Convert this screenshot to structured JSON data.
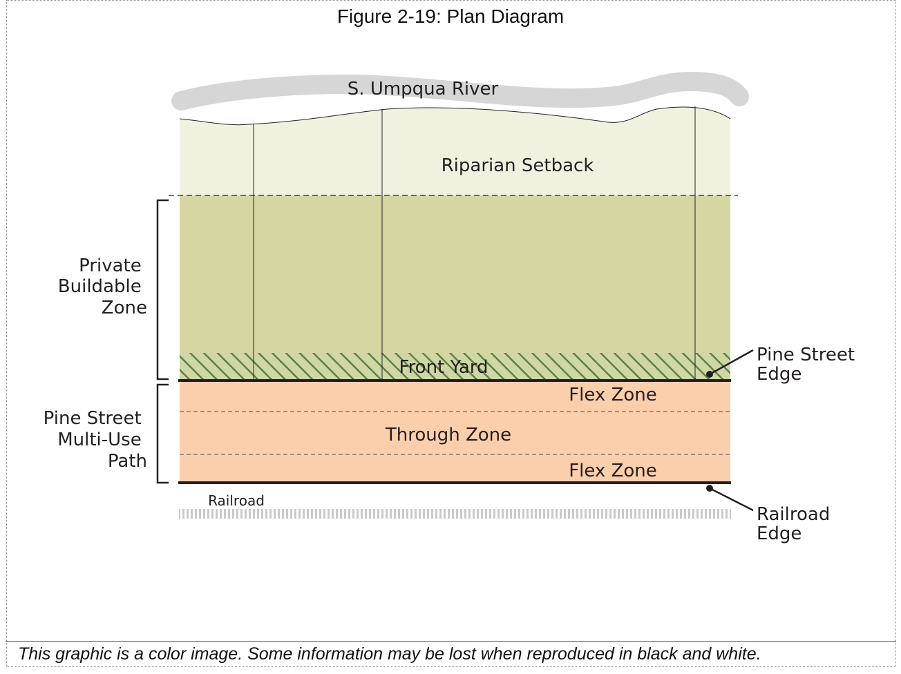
{
  "figure": {
    "title": "Figure 2-19: Plan Diagram"
  },
  "labels": {
    "river": "S. Umpqua River",
    "riparian_setback": "Riparian Setback",
    "front_yard": "Front Yard",
    "flex_zone_top": "Flex Zone",
    "through_zone": "Through Zone",
    "flex_zone_bottom": "Flex Zone",
    "railroad": "Railroad"
  },
  "brackets": {
    "private_buildable_zone": [
      "Private",
      "Buildable",
      "Zone"
    ],
    "pine_street_multi_use_path": [
      "Pine Street",
      "Multi-Use",
      "Path"
    ]
  },
  "callouts": {
    "pine_street_edge": [
      "Pine Street",
      "Edge"
    ],
    "railroad_edge": [
      "Railroad",
      "Edge"
    ]
  },
  "colors": {
    "river": "#d6d6d7",
    "riparian": "#f0f1df",
    "buildable": "#d6d6a2",
    "front_yard_base": "#cfd8a4",
    "front_yard_hatch": "#5f7f45",
    "path": "#fccfac",
    "edge_line": "#231f20",
    "railroad": "#c9c9c9"
  },
  "disclaimer": "This graphic is a color image. Some information may be lost when reproduced in black and white."
}
